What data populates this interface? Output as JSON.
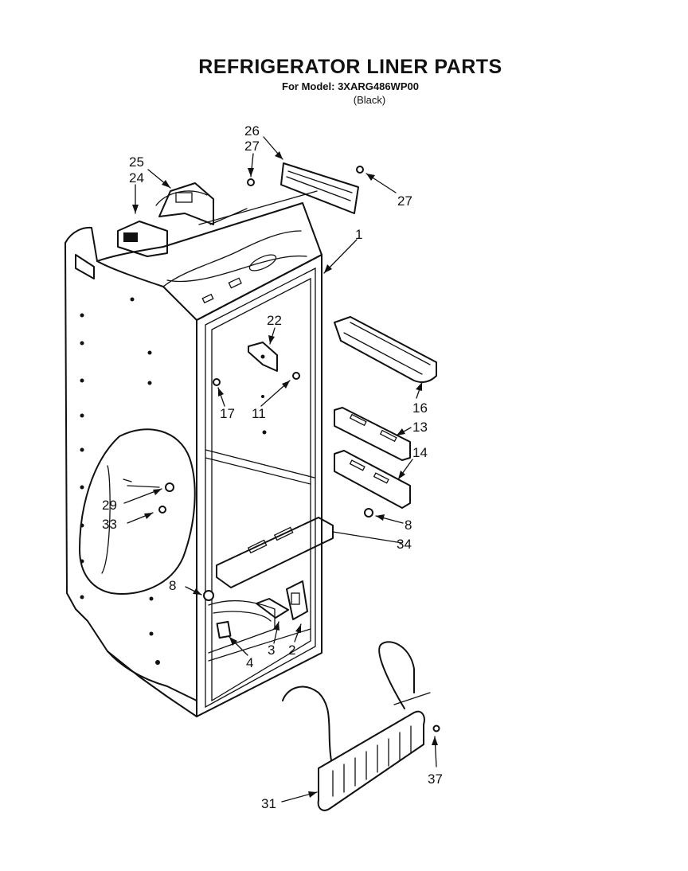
{
  "header": {
    "title": "REFRIGERATOR LINER PARTS",
    "model_line": "For Model: 3XARG486WP00",
    "variant": "(Black)"
  },
  "callouts": [
    {
      "id": "c26",
      "label": "26"
    },
    {
      "id": "c27a",
      "label": "27"
    },
    {
      "id": "c27b",
      "label": "27"
    },
    {
      "id": "c25",
      "label": "25"
    },
    {
      "id": "c24",
      "label": "24"
    },
    {
      "id": "c1",
      "label": "1"
    },
    {
      "id": "c22",
      "label": "22"
    },
    {
      "id": "c17",
      "label": "17"
    },
    {
      "id": "c11",
      "label": "11"
    },
    {
      "id": "c16",
      "label": "16"
    },
    {
      "id": "c13",
      "label": "13"
    },
    {
      "id": "c14",
      "label": "14"
    },
    {
      "id": "c29",
      "label": "29"
    },
    {
      "id": "c33",
      "label": "33"
    },
    {
      "id": "c8a",
      "label": "8"
    },
    {
      "id": "c34",
      "label": "34"
    },
    {
      "id": "c8b",
      "label": "8"
    },
    {
      "id": "c3",
      "label": "3"
    },
    {
      "id": "c2",
      "label": "2"
    },
    {
      "id": "c4",
      "label": "4"
    },
    {
      "id": "c31",
      "label": "31"
    },
    {
      "id": "c37",
      "label": "37"
    }
  ]
}
